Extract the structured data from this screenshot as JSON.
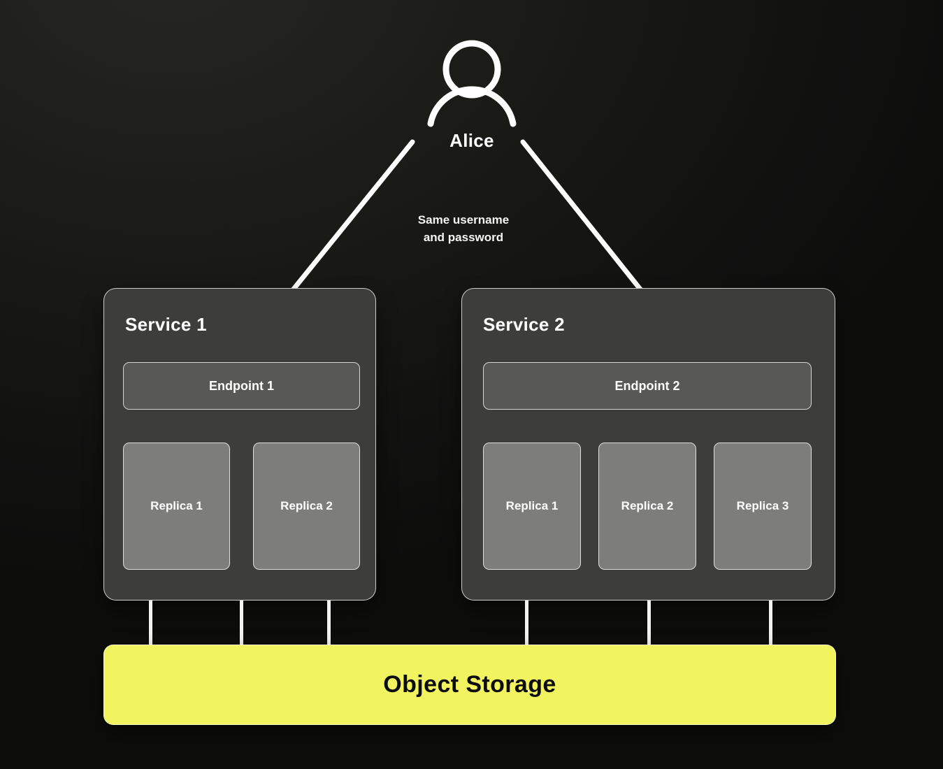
{
  "user": {
    "label": "Alice"
  },
  "annotation": {
    "text": "Same username\nand password"
  },
  "services": [
    {
      "title": "Service 1",
      "endpoint": {
        "label": "Endpoint 1"
      },
      "replicas": [
        {
          "label": "Replica 1"
        },
        {
          "label": "Replica 2"
        }
      ]
    },
    {
      "title": "Service 2",
      "endpoint": {
        "label": "Endpoint 2"
      },
      "replicas": [
        {
          "label": "Replica 1"
        },
        {
          "label": "Replica 2"
        },
        {
          "label": "Replica 3"
        }
      ]
    }
  ],
  "storage": {
    "label": "Object Storage",
    "color": "#f2f45f"
  },
  "colors": {
    "background": "#1a1a17",
    "service_box": "#3d3d3c",
    "endpoint_box": "#585857",
    "replica_box": "#7d7d7c",
    "line": "#ffffff"
  }
}
